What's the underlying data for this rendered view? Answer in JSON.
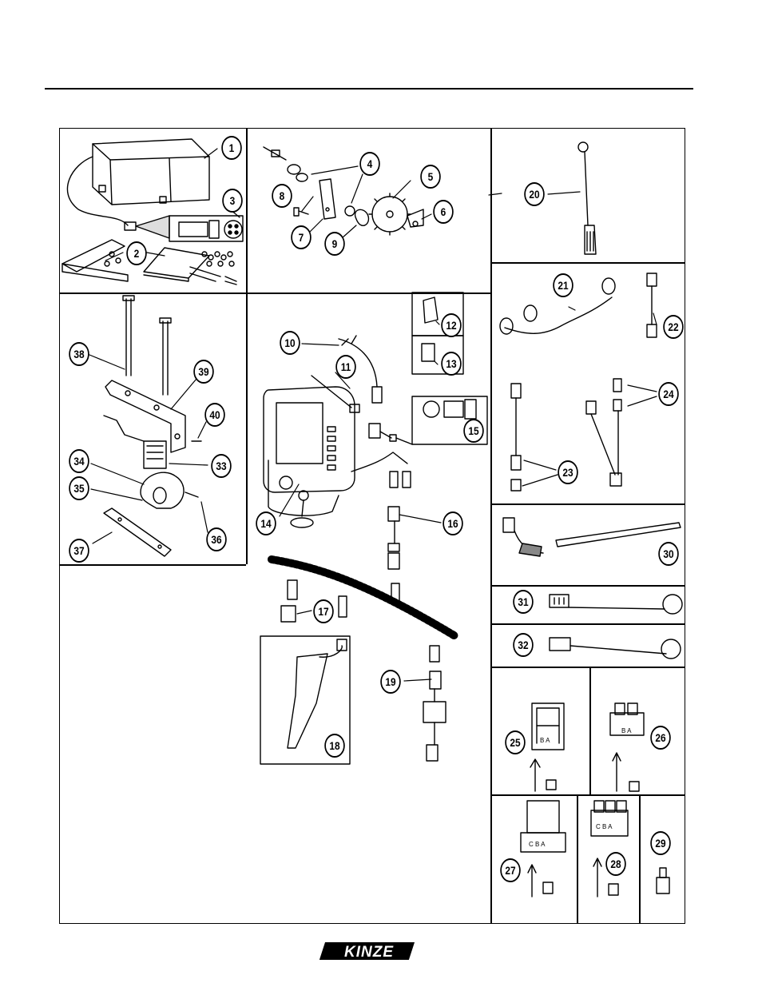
{
  "callouts": {
    "c1": "1",
    "c2": "2",
    "c3": "3",
    "c4": "4",
    "c5": "5",
    "c6": "6",
    "c7": "7",
    "c8": "8",
    "c9": "9",
    "c10": "10",
    "c11": "11",
    "c12": "12",
    "c13": "13",
    "c14": "14",
    "c15": "15",
    "c16": "16",
    "c17": "17",
    "c18": "18",
    "c19": "19",
    "c20": "20",
    "c21": "21",
    "c22": "22",
    "c23": "23",
    "c24": "24",
    "c25": "25",
    "c26": "26",
    "c27": "27",
    "c28": "28",
    "c29": "29",
    "c30": "30",
    "c31": "31",
    "c32": "32",
    "c33": "33",
    "c34": "34",
    "c35": "35",
    "c36": "36",
    "c37": "37",
    "c38": "38",
    "c39": "39",
    "c40": "40"
  },
  "connector_labels": {
    "p25": "B A",
    "p26": "B A",
    "p27": "C B A",
    "p28": "C B A"
  },
  "logo": {
    "text": "KINZE"
  }
}
